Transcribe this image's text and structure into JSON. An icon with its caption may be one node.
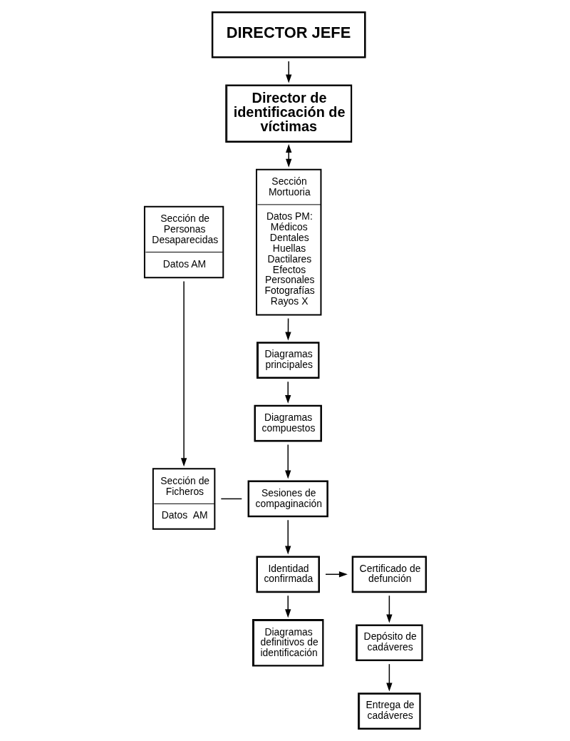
{
  "diagram": {
    "nodes": [
      {
        "text": [
          "DIRECTOR JEFE"
        ]
      },
      {
        "text": [
          "Director de identificación de víctimas"
        ]
      },
      {
        "text": [
          "Sección Mortuoria",
          "Datos PM:",
          "Médicos",
          "Dentales",
          "Huellas Dactilares",
          "Efectos Personales",
          "Fotografías",
          "Rayos X"
        ]
      },
      {
        "text": [
          "Sección de Personas Desaparecidas",
          "Datos AM"
        ]
      },
      {
        "text": [
          "Diagramas principales"
        ]
      },
      {
        "text": [
          "Diagramas compuestos"
        ]
      },
      {
        "text": [
          "Sección de Ficheros",
          "Datos  AM"
        ]
      },
      {
        "text": [
          "Sesiones de compaginación"
        ]
      },
      {
        "text": [
          "Identidad confirmada"
        ]
      },
      {
        "text": [
          "Certificado de defunción"
        ]
      },
      {
        "text": [
          "Diagramas definitivos de identificación"
        ]
      },
      {
        "text": [
          "Depósito de cadáveres"
        ]
      },
      {
        "text": [
          "Entrega de cadáveres"
        ]
      }
    ],
    "edges": [
      {
        "from": 0,
        "to": 1,
        "arrow": "to"
      },
      {
        "from": 1,
        "to": 2,
        "arrow": "both"
      },
      {
        "from": 2,
        "to": 4,
        "arrow": "to"
      },
      {
        "from": 3,
        "to": 6,
        "arrow": "to"
      },
      {
        "from": 4,
        "to": 5,
        "arrow": "to"
      },
      {
        "from": 5,
        "to": 7,
        "arrow": "to"
      },
      {
        "from": 6,
        "to": 7,
        "arrow": "none"
      },
      {
        "from": 7,
        "to": 8,
        "arrow": "to"
      },
      {
        "from": 8,
        "to": 9,
        "arrow": "to"
      },
      {
        "from": 8,
        "to": 10,
        "arrow": "to"
      },
      {
        "from": 9,
        "to": 11,
        "arrow": "to"
      },
      {
        "from": 11,
        "to": 12,
        "arrow": "to"
      }
    ]
  }
}
